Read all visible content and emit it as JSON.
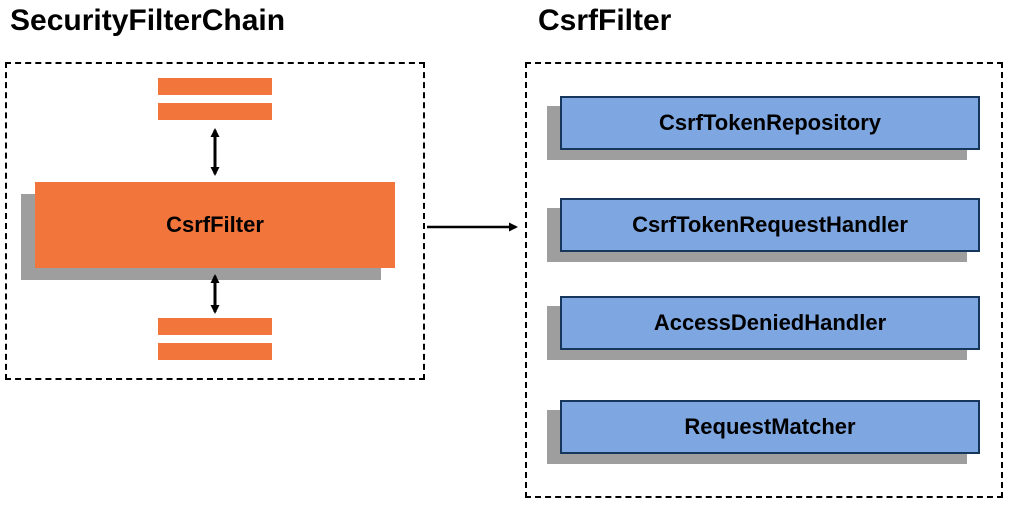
{
  "left": {
    "title": "SecurityFilterChain",
    "csrf_filter_label": "CsrfFilter"
  },
  "right": {
    "title": "CsrfFilter",
    "components": [
      {
        "label": "CsrfTokenRepository"
      },
      {
        "label": "CsrfTokenRequestHandler"
      },
      {
        "label": "AccessDeniedHandler"
      },
      {
        "label": "RequestMatcher"
      }
    ]
  },
  "colors": {
    "orange": "#F2753C",
    "blue_fill": "#7EA6E0",
    "blue_border": "#16365C",
    "shadow": "#9E9E9E",
    "arrow": "#000000",
    "dashed_border": "#000000"
  }
}
